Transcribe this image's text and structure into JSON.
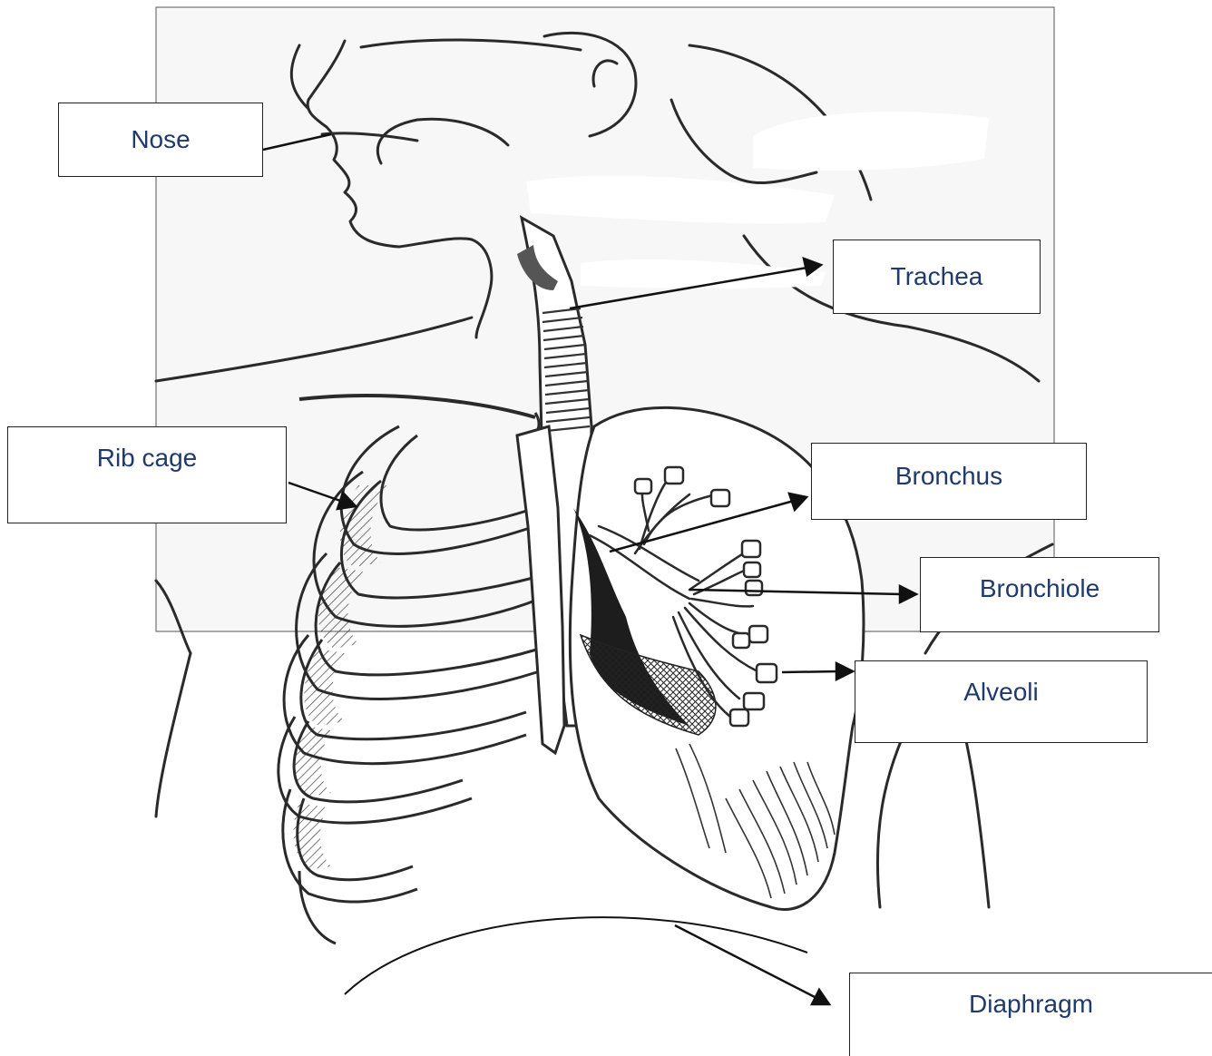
{
  "labels": {
    "nose": "Nose",
    "trachea": "Trachea",
    "rib_cage": "Rib cage",
    "bronchus": "Bronchus",
    "bronchiole": "Bronchiole",
    "alveoli": "Alveoli",
    "diaphragm": "Diaphragm"
  },
  "colors": {
    "label_text": "#1f3a6b",
    "line_art": "#2a2a2a",
    "background": "#ffffff",
    "scan_tint": "#f6f6f6"
  }
}
